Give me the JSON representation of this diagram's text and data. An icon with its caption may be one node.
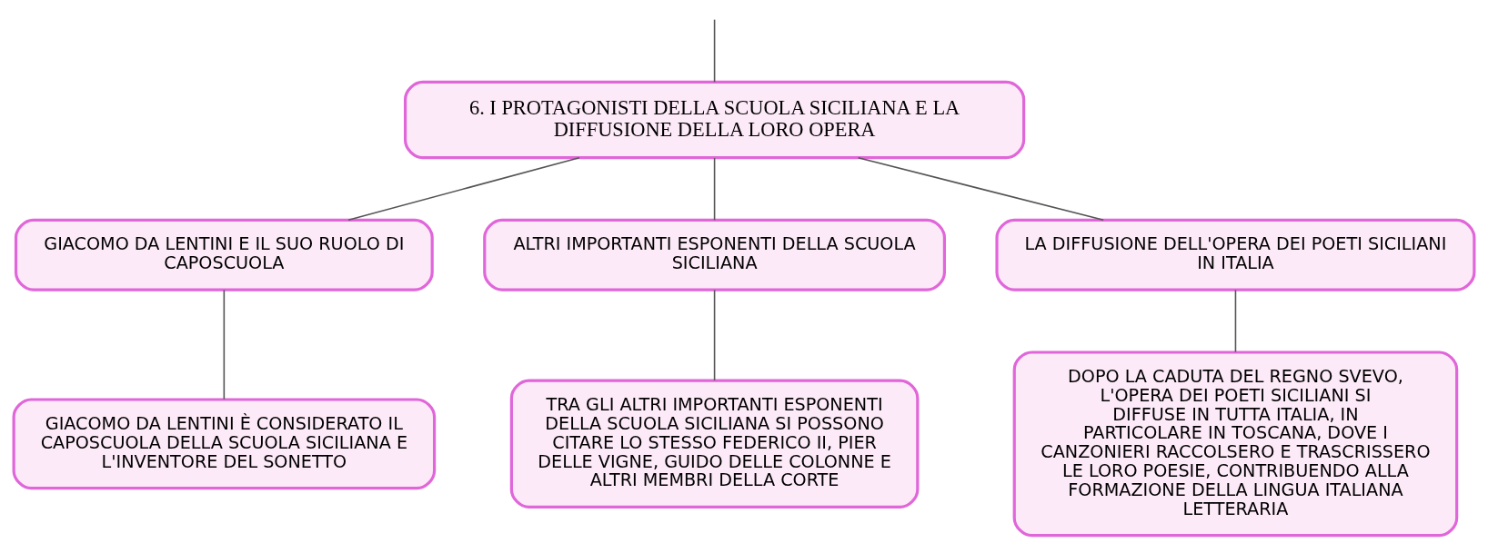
{
  "diagram": {
    "nodes": [
      {
        "text": [
          "6. I PROTAGONISTI DELLA SCUOLA SICILIANA E LA DIFFUSIONE DELLA LORO OPERA"
        ]
      },
      {
        "text": [
          "GIACOMO DA LENTINI E IL SUO RUOLO DI CAPOSCUOLA"
        ]
      },
      {
        "text": [
          "ALTRI IMPORTANTI ESPONENTI DELLA SCUOLA SICILIANA"
        ]
      },
      {
        "text": [
          "LA DIFFUSIONE DELL'OPERA DEI POETI SICILIANI IN ITALIA"
        ]
      },
      {
        "text": [
          "GIACOMO DA LENTINI È CONSIDERATO IL CAPOSCUOLA DELLA SCUOLA SICILIANA E L'INVENTORE DEL SONETTO"
        ]
      },
      {
        "text": [
          "TRA GLI ALTRI IMPORTANTI ESPONENTI DELLA SCUOLA SICILIANA SI POSSONO CITARE LO STESSO FEDERICO II, PIER DELLE VIGNE, GUIDO DELLE COLONNE E ALTRI MEMBRI DELLA CORTE"
        ]
      },
      {
        "text": [
          "DOPO LA CADUTA DEL REGNO SVEVO, L'OPERA DEI POETI SICILIANI SI DIFFUSE IN TUTTA ITALIA, IN PARTICOLARE IN TOSCANA, DOVE I CANZONIERI RACCOLSERO E TRASCRISSERO LE LORO POESIE, CONTRIBUENDO ALLA FORMAZIONE DELLA LINGUA ITALIANA LETTERARIA"
        ]
      }
    ],
    "edges": [
      {
        "from": null,
        "to": 0,
        "arrow": "none"
      },
      {
        "from": 0,
        "to": 1,
        "arrow": "none"
      },
      {
        "from": 0,
        "to": 2,
        "arrow": "none"
      },
      {
        "from": 0,
        "to": 3,
        "arrow": "none"
      },
      {
        "from": 1,
        "to": 4,
        "arrow": "none"
      },
      {
        "from": 2,
        "to": 5,
        "arrow": "none"
      },
      {
        "from": 3,
        "to": 6,
        "arrow": "none"
      }
    ]
  }
}
